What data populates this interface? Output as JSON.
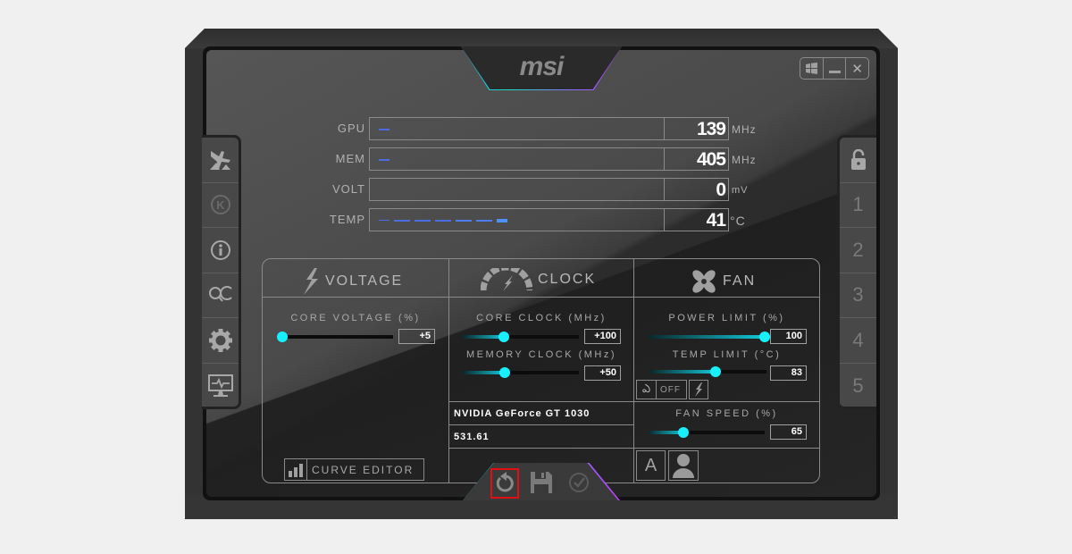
{
  "app": {
    "logo": "msi"
  },
  "window_controls": [
    {
      "name": "windows-icon",
      "glyph": "⊞"
    },
    {
      "name": "minimize",
      "glyph": "_"
    },
    {
      "name": "close",
      "glyph": "✕"
    }
  ],
  "sidebar_left": [
    {
      "name": "afterburner-icon"
    },
    {
      "name": "kombustor-icon"
    },
    {
      "name": "info-icon"
    },
    {
      "name": "oc-scanner-icon"
    },
    {
      "name": "settings-icon"
    },
    {
      "name": "monitor-icon"
    }
  ],
  "sidebar_right": {
    "lock": "unlocked",
    "profiles": [
      "1",
      "2",
      "3",
      "4",
      "5"
    ]
  },
  "monitor": [
    {
      "label": "GPU",
      "value": "139",
      "unit": "MHz"
    },
    {
      "label": "MEM",
      "value": "405",
      "unit": "MHz"
    },
    {
      "label": "VOLT",
      "value": "0",
      "unit": "mV"
    },
    {
      "label": "TEMP",
      "value": "41",
      "unit": "°C"
    }
  ],
  "sections": {
    "voltage": {
      "title": "VOLTAGE",
      "core_voltage": {
        "label": "CORE VOLTAGE  (%)",
        "value": "+5",
        "percent": 0
      },
      "curve_editor": "CURVE EDITOR"
    },
    "clock": {
      "title": "CLOCK",
      "core_clock": {
        "label": "CORE CLOCK (MHz)",
        "value": "+100",
        "percent": 35
      },
      "memory_clock": {
        "label": "MEMORY CLOCK (MHz)",
        "value": "+50",
        "percent": 36
      },
      "gpu_name": "NVIDIA GeForce GT 1030",
      "driver": "531.61"
    },
    "fan": {
      "title": "FAN",
      "power_limit": {
        "label": "POWER LIMIT (%)",
        "value": "100",
        "percent": 100
      },
      "temp_limit": {
        "label": "TEMP LIMIT (°C)",
        "value": "83",
        "percent": 56
      },
      "link_state": "OFF",
      "fan_speed": {
        "label": "FAN SPEED (%)",
        "value": "65",
        "percent": 30
      },
      "auto_label": "A"
    }
  },
  "bottom_actions": [
    {
      "name": "reset",
      "glyph": "↺"
    },
    {
      "name": "save"
    },
    {
      "name": "apply",
      "glyph": "✓"
    }
  ],
  "colors": {
    "accent": "#19f0ff",
    "trace": "#4a6ee0",
    "highlight": "#e01010"
  }
}
